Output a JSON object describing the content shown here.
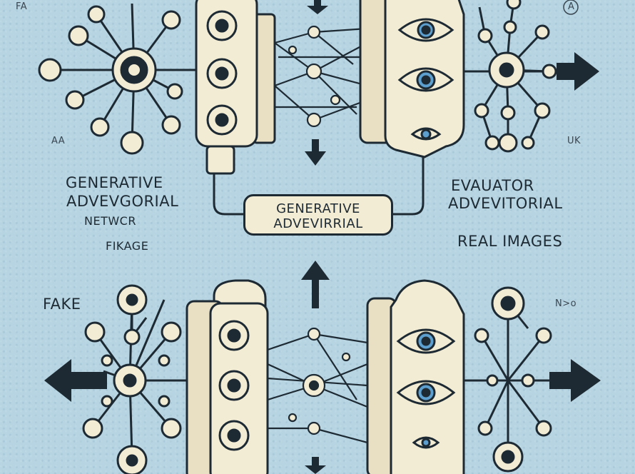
{
  "labels": {
    "left_title_1": "GENERATIVE",
    "left_title_2": "ADVEVGORIAL",
    "left_title_3": "NETWCR",
    "left_caption": "FIKAGE",
    "right_title_1": "EVAUATOR",
    "right_title_2": "ADVEVITORIAL",
    "right_caption": "REAL IMAGES",
    "center_line_1": "GENERATIVE",
    "center_line_2": "ADVEVIRRIAL",
    "fake": "FAKE",
    "corner_tl": "FA",
    "corner_ml": "AA",
    "corner_mr": "UK",
    "corner_tr": "A",
    "corner_lr": "N>o"
  },
  "colors": {
    "background": "#b6d4e2",
    "ink": "#1e2a33",
    "cream": "#f3ecd4",
    "eye_iris": "#5d9fcf"
  }
}
